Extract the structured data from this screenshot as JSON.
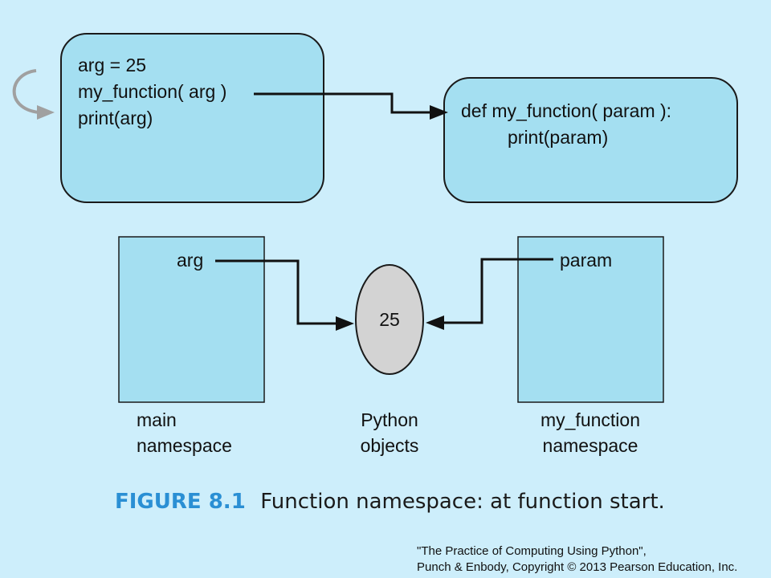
{
  "main_code": {
    "line1": "arg = 25",
    "line2": "my_function( arg )",
    "line3": "print(arg)"
  },
  "function_code": {
    "line1": "def my_function( param ):",
    "line2": "print(param)"
  },
  "namespaces": {
    "main": {
      "var": "arg",
      "label_line1": "main",
      "label_line2": "namespace"
    },
    "objects": {
      "value": "25",
      "label_line1": "Python",
      "label_line2": "objects"
    },
    "function": {
      "var": "param",
      "label_line1": "my_function",
      "label_line2": "namespace"
    }
  },
  "caption": {
    "label": "FIGURE 8.1",
    "text": "Function namespace: at function start."
  },
  "credit": {
    "line1": "\"The Practice of Computing Using Python\",",
    "line2": "Punch & Enbody, Copyright © 2013 Pearson Education, Inc."
  },
  "colors": {
    "background": "#cdeefb",
    "box_fill": "#a4dff1",
    "object_fill": "#d3d3d3",
    "loop_arrow": "#a0a0a0",
    "caption_label": "#2a8fd4"
  },
  "icons": {
    "loop_arrow": "curved-loop-arrow-icon"
  }
}
